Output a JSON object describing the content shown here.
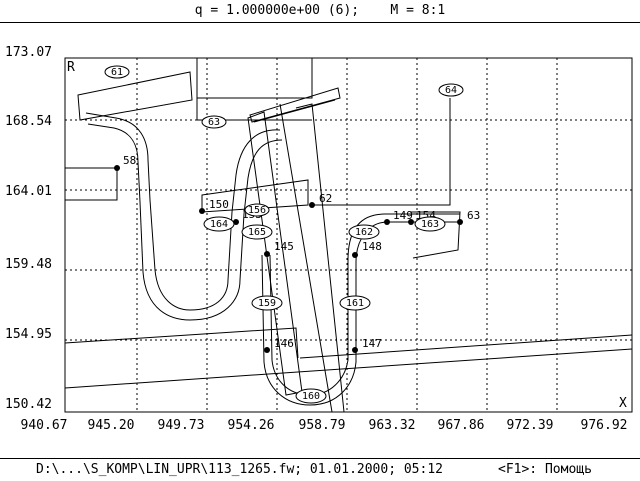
{
  "title_bar": {
    "text": "q = 1.000000e+00 (6);    M = 8:1"
  },
  "status_bar": {
    "path": "D:\\...\\S_KOMP\\LIN_UPR\\113_1265.fw; 01.01.2000; 05:12",
    "help": "<F1>: Помощь"
  },
  "plot": {
    "y_ticks": [
      "173.07",
      "168.54",
      "164.01",
      "159.48",
      "154.95",
      "150.42"
    ],
    "x_ticks": [
      "940.67",
      "945.20",
      "949.73",
      "954.26",
      "958.79",
      "963.32",
      "967.86",
      "972.39",
      "976.92"
    ],
    "axis_r": "R",
    "axis_x": "X",
    "points": [
      {
        "label": "58"
      },
      {
        "label": "150"
      },
      {
        "label": "153"
      },
      {
        "label": "145"
      },
      {
        "label": "62"
      },
      {
        "label": "149"
      },
      {
        "label": "154"
      },
      {
        "label": "63"
      },
      {
        "label": "148"
      },
      {
        "label": "146"
      },
      {
        "label": "147"
      }
    ],
    "tags": [
      {
        "label": "61"
      },
      {
        "label": "63"
      },
      {
        "label": "64"
      },
      {
        "label": "164"
      },
      {
        "label": "165"
      },
      {
        "label": "156"
      },
      {
        "label": "162"
      },
      {
        "label": "163"
      },
      {
        "label": "159"
      },
      {
        "label": "161"
      },
      {
        "label": "160"
      }
    ]
  }
}
